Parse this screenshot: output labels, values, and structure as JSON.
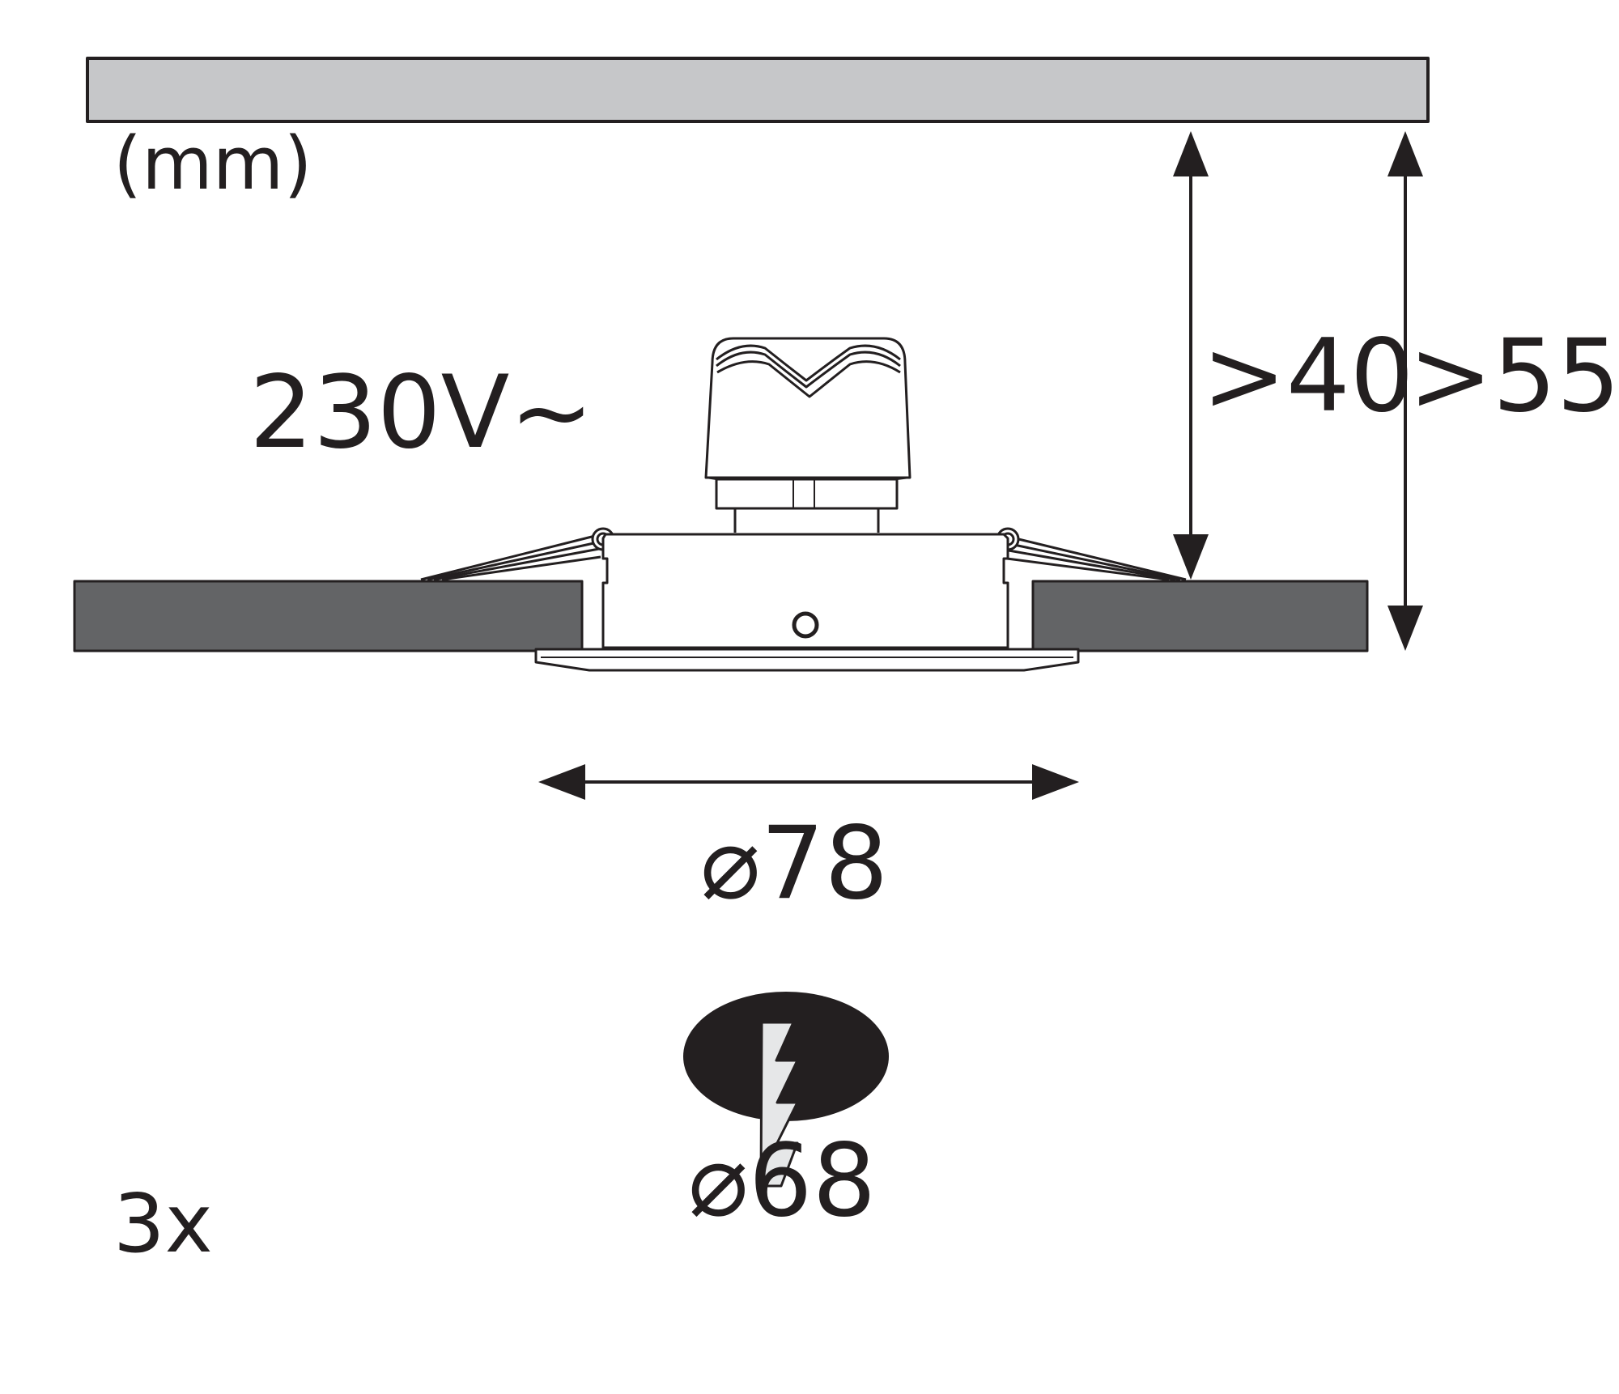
{
  "diagram": {
    "unit": "(mm)",
    "voltage": "230V~",
    "min_install_depth": ">40",
    "total_install_depth": ">55",
    "outer_diameter": "⌀78",
    "cutout_diameter": "⌀68",
    "quantity": "3x"
  },
  "colors": {
    "ink": "#231f20",
    "ceiling_fill": "#c6c7c9",
    "board_fill": "#636466",
    "cut_fill": "#231f20",
    "saw_fill": "#e6e7e8"
  },
  "icons": [
    "saw-blade-icon",
    "cutout-hole-icon"
  ]
}
